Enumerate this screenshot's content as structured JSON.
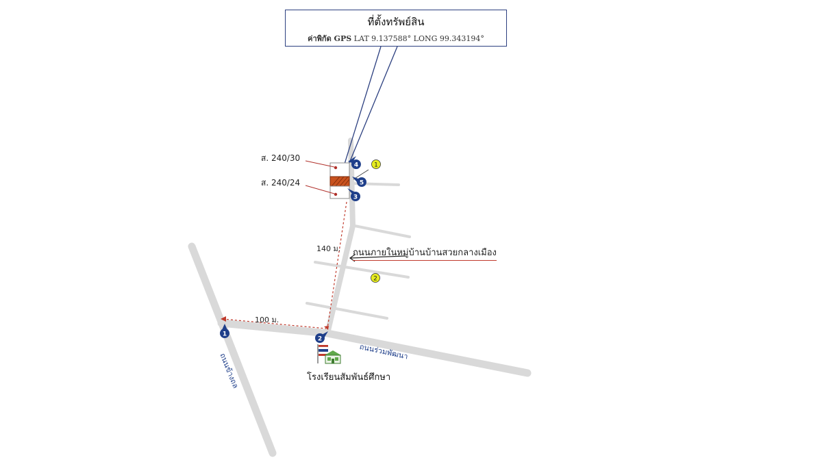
{
  "callout": {
    "title": "ที่ตั้งทรัพย์สิน",
    "gps_label": "ค่าพิกัด GPS",
    "gps_values": "LAT 9.137588°  LONG 99.343194°"
  },
  "plots": {
    "upper": "ส. 240/30",
    "lower": "ส. 240/24"
  },
  "distances": {
    "vertical": "140 ม.",
    "horizontal": "100 ม."
  },
  "annotation": "ถนนภายในหมู่บ้านบ้านสวยกลางเมือง",
  "roads": {
    "main": "ถนนร่วมพัฒนา",
    "left": "ถนนข้างถล"
  },
  "school": "โรงเรียนสัมพันธ์ศึกษา",
  "markers": {
    "blue": [
      "1",
      "2",
      "3",
      "4",
      "5"
    ],
    "yellow": [
      "1",
      "2"
    ]
  },
  "colors": {
    "road": "#d9d9d9",
    "marker_blue": "#1f3f8a",
    "marker_yellow": "#e6ec1f",
    "property": "#c8521f",
    "dashed": "#c0392b",
    "callout_border": "#2b3f7f"
  }
}
